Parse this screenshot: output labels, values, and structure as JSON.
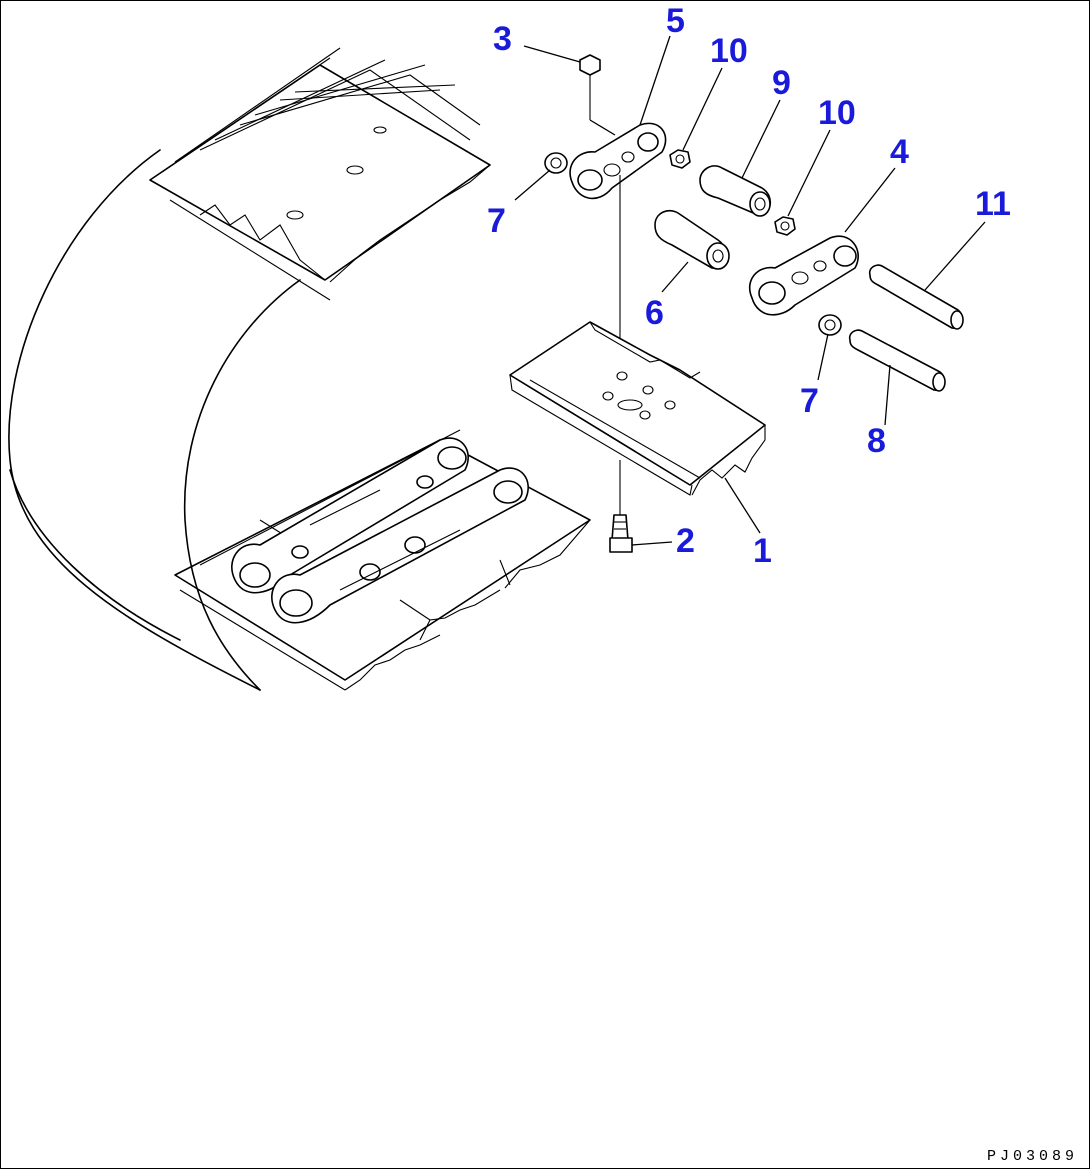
{
  "figure_code": "PJ03089",
  "callout_color": "#1a1adb",
  "callouts": {
    "c1": "1",
    "c2": "2",
    "c3": "3",
    "c4": "4",
    "c5": "5",
    "c6": "6",
    "c7a": "7",
    "c7b": "7",
    "c8": "8",
    "c9": "9",
    "c10a": "10",
    "c10b": "10",
    "c11": "11"
  }
}
